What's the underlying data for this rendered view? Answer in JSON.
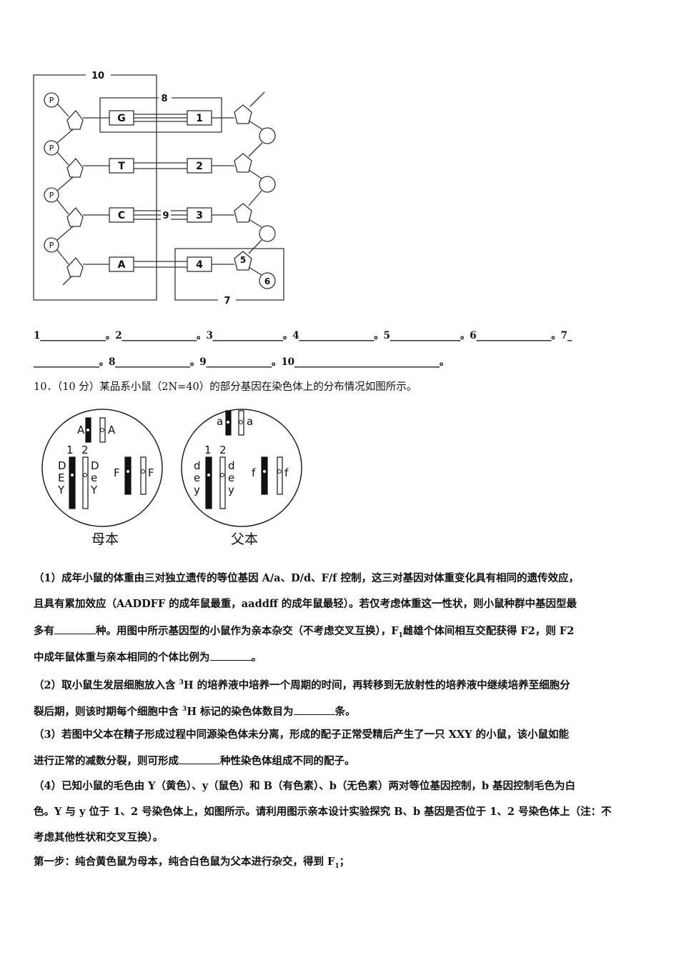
{
  "dna_figure": {
    "label_10": "10",
    "label_8": "8",
    "label_9": "9",
    "label_7": "7",
    "phosphate": "P",
    "bases_left": [
      "G",
      "T",
      "C",
      "A"
    ],
    "bases_right": [
      "1",
      "2",
      "3",
      "4"
    ],
    "label_5": "5",
    "label_6": "6"
  },
  "blank_line1": "1______________。2________________。3_______________。4________________。5_______________。6________________。7_",
  "blank_line2": "______________。8________________。9______________。10_______________________________。",
  "q10_header": "10．（10 分）某品系小鼠（2N=40）的部分基因在染色体上的分布情况如图所示。",
  "chromosome_figure": {
    "mother": {
      "caption": "母本",
      "top_genes": [
        "A",
        "A"
      ],
      "pair_numbers": [
        "1",
        "2"
      ],
      "left_genes": [
        "D",
        "E",
        "Y"
      ],
      "right_genes": [
        "D",
        "e",
        "Y"
      ],
      "f_genes": [
        "F",
        "F"
      ]
    },
    "father": {
      "caption": "父本",
      "top_genes": [
        "a",
        "a"
      ],
      "pair_numbers": [
        "1",
        "2"
      ],
      "left_genes": [
        "d",
        "e",
        "y"
      ],
      "right_genes": [
        "d",
        "e",
        "y"
      ],
      "f_genes": [
        "f",
        "f"
      ]
    }
  },
  "q1": {
    "l1": "（1）成年小鼠的体重由三对独立遗传的等位基因 A/a、D/d、F/f 控制，这三对基因对体重变化具有相同的遗传效应，",
    "l2": "且具有累加效应（AADDFF 的成年鼠最重，aaddff 的成年鼠最轻）。若仅考虑体重这一性状，则小鼠种群中基因型最",
    "l3a": "多有",
    "l3b": "种。用图中所示基因型的小鼠作为亲本杂交（不考虑交叉互换），F",
    "l3sub": "1",
    "l3c": "雌雄个体间相互交配获得 F2，则 F2",
    "l4a": "中成年鼠体重与亲本相同的个体比例为",
    "l4b": "。"
  },
  "q2": {
    "l1a": "（2）取小鼠生发层细胞放入含 ",
    "l1sup": "3",
    "l1b": "H 的培养液中培养一个周期的时间，再转移到无放射性的培养液中继续培养至细胞分",
    "l2a": "裂后期，则该时期每个细胞中含 ",
    "l2sup": "3",
    "l2b": "H 标记的染色体数目为",
    "l2c": "条。"
  },
  "q3": {
    "l1": "（3）若图中父本在精子形成过程中同源染色体未分离，形成的配子正常受精后产生了一只 XXY 的小鼠，该小鼠如能",
    "l2a": "进行正常的减数分裂，则可形成",
    "l2b": "种性染色体组成不同的配子。"
  },
  "q4": {
    "l1": "（4）已知小鼠的毛色由 Y（黄色）、y（鼠色）和 B（有色素）、b（无色素）两对等位基因控制，b 基因控制毛色为白",
    "l2": "色。Y 与 y 位于 1、2 号染色体上，如图所示。请利用图示亲本设计实验探究 B、b 基因是否位于 1、2 号染色体上（注：不",
    "l3": "考虑其他性状和交叉互换）。",
    "step1a": "第一步：纯合黄色鼠为母本，纯合白色鼠为父本进行杂交，得到 F",
    "step1sub": "1",
    "step1b": "；"
  }
}
